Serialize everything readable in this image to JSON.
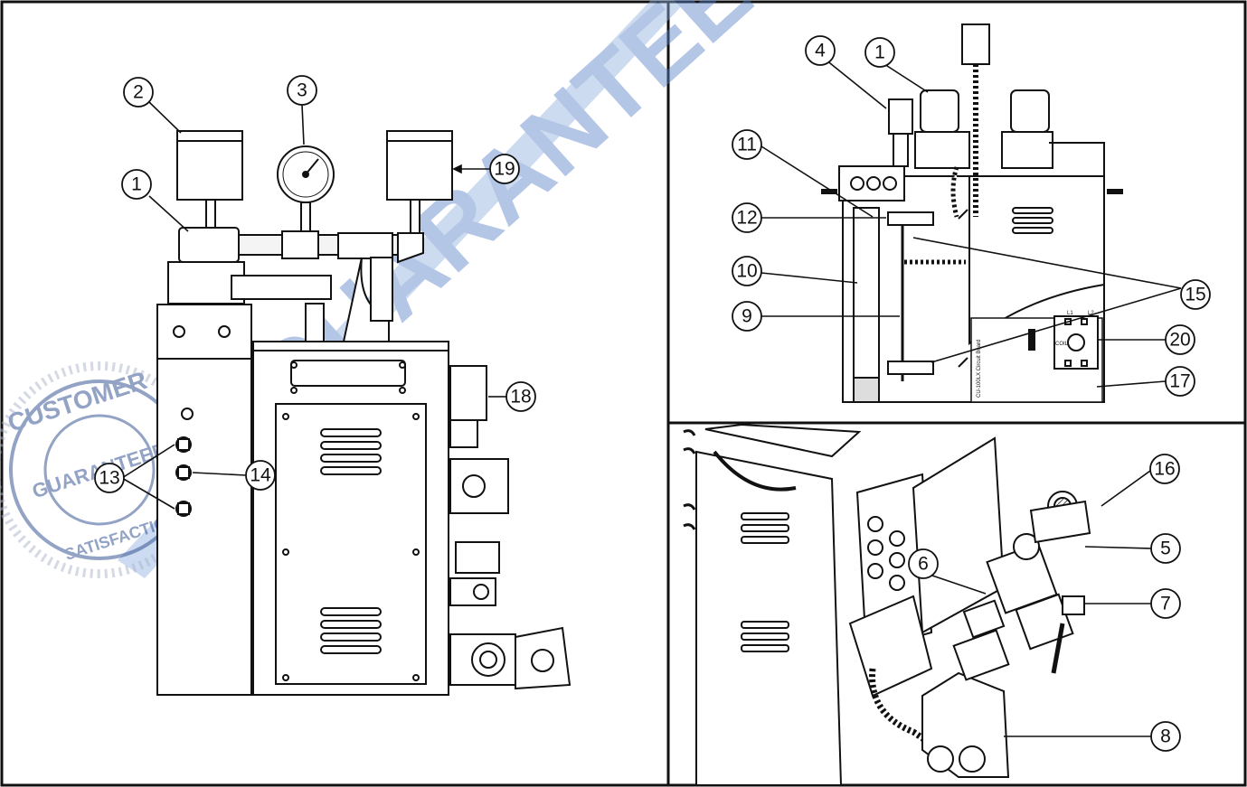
{
  "figure": {
    "cut_off_header": "",
    "watermark": {
      "text": "GUARANTEED",
      "color": "#5a82c8"
    },
    "stamp": {
      "top_text": "CUSTOMER",
      "middle_text": "GUARANTEED",
      "bottom_text": "SATISFACTION",
      "color": "#2a4a8c"
    },
    "panels": [
      {
        "id": "front",
        "title": ""
      },
      {
        "id": "top",
        "title": ""
      },
      {
        "id": "side",
        "title": ""
      }
    ],
    "callouts": {
      "front": [
        "2",
        "3",
        "1",
        "19",
        "18",
        "13",
        "14"
      ],
      "top": [
        "4",
        "1",
        "11",
        "12",
        "10",
        "15",
        "9",
        "20",
        "17"
      ],
      "side": [
        "16",
        "5",
        "6",
        "7",
        "8"
      ]
    },
    "board_labels": {
      "board_name": "CU-100LX Circuit Board",
      "terminals": [
        "L1",
        "L2",
        "COIL"
      ]
    }
  }
}
